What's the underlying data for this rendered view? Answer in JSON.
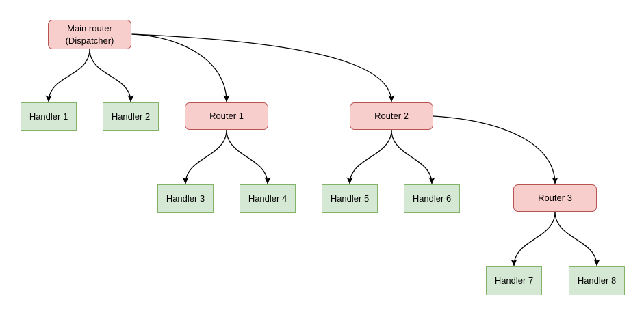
{
  "diagram": {
    "type": "flowchart-tree",
    "colors": {
      "background": "#ffffff",
      "router_fill": "#f8cecc",
      "router_border": "#b85450",
      "handler_fill": "#d5e8d4",
      "handler_border": "#82b366",
      "edge_stroke": "#000000",
      "text": "#000000"
    },
    "nodes": {
      "main_router": {
        "label": "Main router\n(Dispatcher)",
        "kind": "router"
      },
      "handler_1": {
        "label": "Handler 1",
        "kind": "handler"
      },
      "handler_2": {
        "label": "Handler 2",
        "kind": "handler"
      },
      "router_1": {
        "label": "Router 1",
        "kind": "router"
      },
      "router_2": {
        "label": "Router 2",
        "kind": "router"
      },
      "handler_3": {
        "label": "Handler 3",
        "kind": "handler"
      },
      "handler_4": {
        "label": "Handler 4",
        "kind": "handler"
      },
      "handler_5": {
        "label": "Handler 5",
        "kind": "handler"
      },
      "handler_6": {
        "label": "Handler 6",
        "kind": "handler"
      },
      "router_3": {
        "label": "Router 3",
        "kind": "router"
      },
      "handler_7": {
        "label": "Handler 7",
        "kind": "handler"
      },
      "handler_8": {
        "label": "Handler 8",
        "kind": "handler"
      }
    },
    "edges": [
      {
        "from": "main_router",
        "to": "handler_1",
        "arrow": "filled-triangle"
      },
      {
        "from": "main_router",
        "to": "handler_2",
        "arrow": "filled-triangle"
      },
      {
        "from": "main_router",
        "to": "router_1",
        "arrow": "filled-triangle"
      },
      {
        "from": "main_router",
        "to": "router_2",
        "arrow": "filled-triangle"
      },
      {
        "from": "router_1",
        "to": "handler_3",
        "arrow": "filled-triangle"
      },
      {
        "from": "router_1",
        "to": "handler_4",
        "arrow": "filled-triangle"
      },
      {
        "from": "router_2",
        "to": "handler_5",
        "arrow": "filled-triangle"
      },
      {
        "from": "router_2",
        "to": "handler_6",
        "arrow": "filled-triangle"
      },
      {
        "from": "router_2",
        "to": "router_3",
        "arrow": "filled-triangle"
      },
      {
        "from": "router_3",
        "to": "handler_7",
        "arrow": "filled-triangle"
      },
      {
        "from": "router_3",
        "to": "handler_8",
        "arrow": "filled-triangle"
      }
    ]
  }
}
